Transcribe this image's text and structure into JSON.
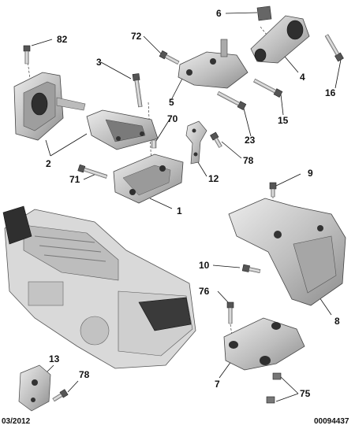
{
  "callouts": {
    "c82": "82",
    "c6": "6",
    "c72": "72",
    "c3": "3",
    "c4": "4",
    "c16": "16",
    "c5": "5",
    "c15": "15",
    "c70": "70",
    "c23": "23",
    "c2": "2",
    "c78a": "78",
    "c12": "12",
    "c71": "71",
    "c9": "9",
    "c1": "1",
    "c10": "10",
    "c8": "8",
    "c76": "76",
    "c13": "13",
    "c78b": "78",
    "c7": "7",
    "c75": "75"
  },
  "footer": {
    "date": "03/2012",
    "ref": "00094437"
  },
  "colors": {
    "metal": "#c8c8c8",
    "metal_dark": "#8a8a8a",
    "rubber": "#3a3a3a",
    "leader": "#111111"
  }
}
